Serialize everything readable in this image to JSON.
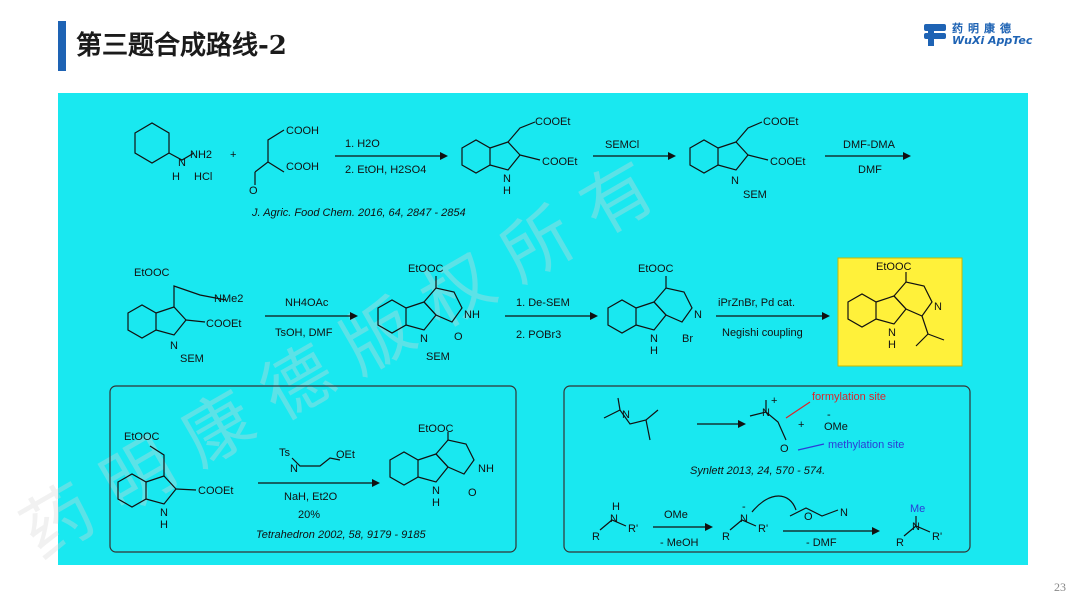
{
  "slide": {
    "title": "第三题合成路线-2",
    "page_number": "23",
    "logo": {
      "cn": "药明康德",
      "en": "WuXi AppTec",
      "mark": "WuXi AppTec logo"
    }
  },
  "molecule_labels": {
    "hydrazine": [
      "N",
      "NH2",
      "H",
      "HCl"
    ],
    "plus": "+",
    "diacid": [
      "COOH",
      "COOH",
      "O"
    ],
    "indole_diester": [
      "COOEt",
      "COOEt",
      "N",
      "H"
    ],
    "sem_indole": [
      "COOEt",
      "COOEt",
      "N",
      "SEM"
    ],
    "enamine": [
      "EtOOC",
      "NMe2",
      "COOEt",
      "N",
      "SEM"
    ],
    "lactam_sem": [
      "EtOOC",
      "NH",
      "N",
      "O",
      "SEM"
    ],
    "bromo": [
      "EtOOC",
      "N",
      "N",
      "H",
      "Br"
    ],
    "target": [
      "EtOOC",
      "N",
      "N",
      "H"
    ],
    "lower_sm": [
      "EtOOC",
      "COOEt",
      "N",
      "H"
    ],
    "lower_product": [
      "EtOOC",
      "NH",
      "N",
      "H",
      "O"
    ]
  },
  "reactions": [
    {
      "top": "1. H2O",
      "bottom": "2. EtOH, H2SO4"
    },
    {
      "top": "SEMCl",
      "bottom": ""
    },
    {
      "top": "DMF-DMA",
      "bottom": "DMF"
    },
    {
      "top": "NH4OAc",
      "bottom": "TsOH, DMF"
    },
    {
      "top": "1. De-SEM",
      "bottom": "2. POBr3"
    },
    {
      "top": "iPrZnBr, Pd cat.",
      "bottom": "Negishi coupling"
    }
  ],
  "references": {
    "ref1": "J. Agric. Food Chem. 2016, 64, 2847 - 2854",
    "ref2": "Tetrahedron 2002, 58, 9179 - 9185",
    "ref3": "Synlett 2013, 24, 570 - 574."
  },
  "lower_left": {
    "reagent_labels": [
      "Ts",
      "N",
      "OEt"
    ],
    "conditions": [
      "NaH, Et2O",
      "20%"
    ]
  },
  "lower_right": {
    "annotations": {
      "formylation": "formylation site",
      "methylation": "methylation site"
    },
    "mechanism_labels": [
      "N",
      "N",
      "+",
      "OMe",
      "O",
      "+",
      "-"
    ],
    "step2_labels": [
      "R",
      "N",
      "H",
      "R'",
      "R",
      "N",
      "R'",
      "O",
      "N",
      "R",
      "N",
      "R'",
      "Me",
      "-"
    ],
    "step2_reagents": [
      {
        "top": "OMe",
        "bottom": "- MeOH"
      },
      {
        "top": "",
        "bottom": "- DMF"
      }
    ]
  },
  "colors": {
    "accent": "#1e63b4",
    "panel": "#19e8f0",
    "highlight": "#fff13a",
    "annotation_red": "#d9262b",
    "annotation_blue": "#2c3cd6"
  }
}
